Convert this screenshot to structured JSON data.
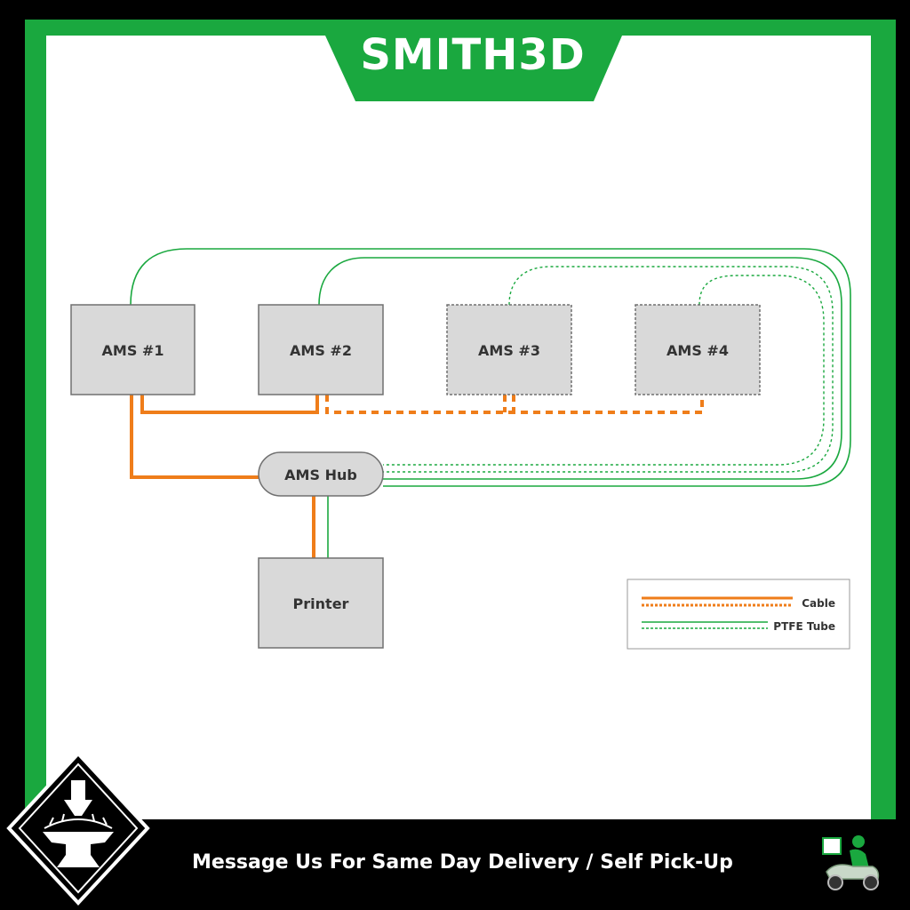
{
  "brand": {
    "name": "SMITH3D",
    "green": "#1aa83f"
  },
  "diagram": {
    "nodes": {
      "ams1": "AMS #1",
      "ams2": "AMS #2",
      "ams3": "AMS #3",
      "ams4": "AMS #4",
      "hub": "AMS Hub",
      "printer": "Printer"
    },
    "colors": {
      "cable": "#ef7d1a",
      "tube": "#1aa83f",
      "box_fill": "#d9d9d9",
      "box_stroke": "#707070"
    }
  },
  "legend": {
    "cable": "Cable",
    "tube": "PTFE Tube"
  },
  "footer": {
    "message": "Message Us For Same Day Delivery / Self Pick-Up"
  },
  "icons": {
    "logo": "anvil-logo-icon",
    "delivery": "delivery-scooter-icon"
  }
}
